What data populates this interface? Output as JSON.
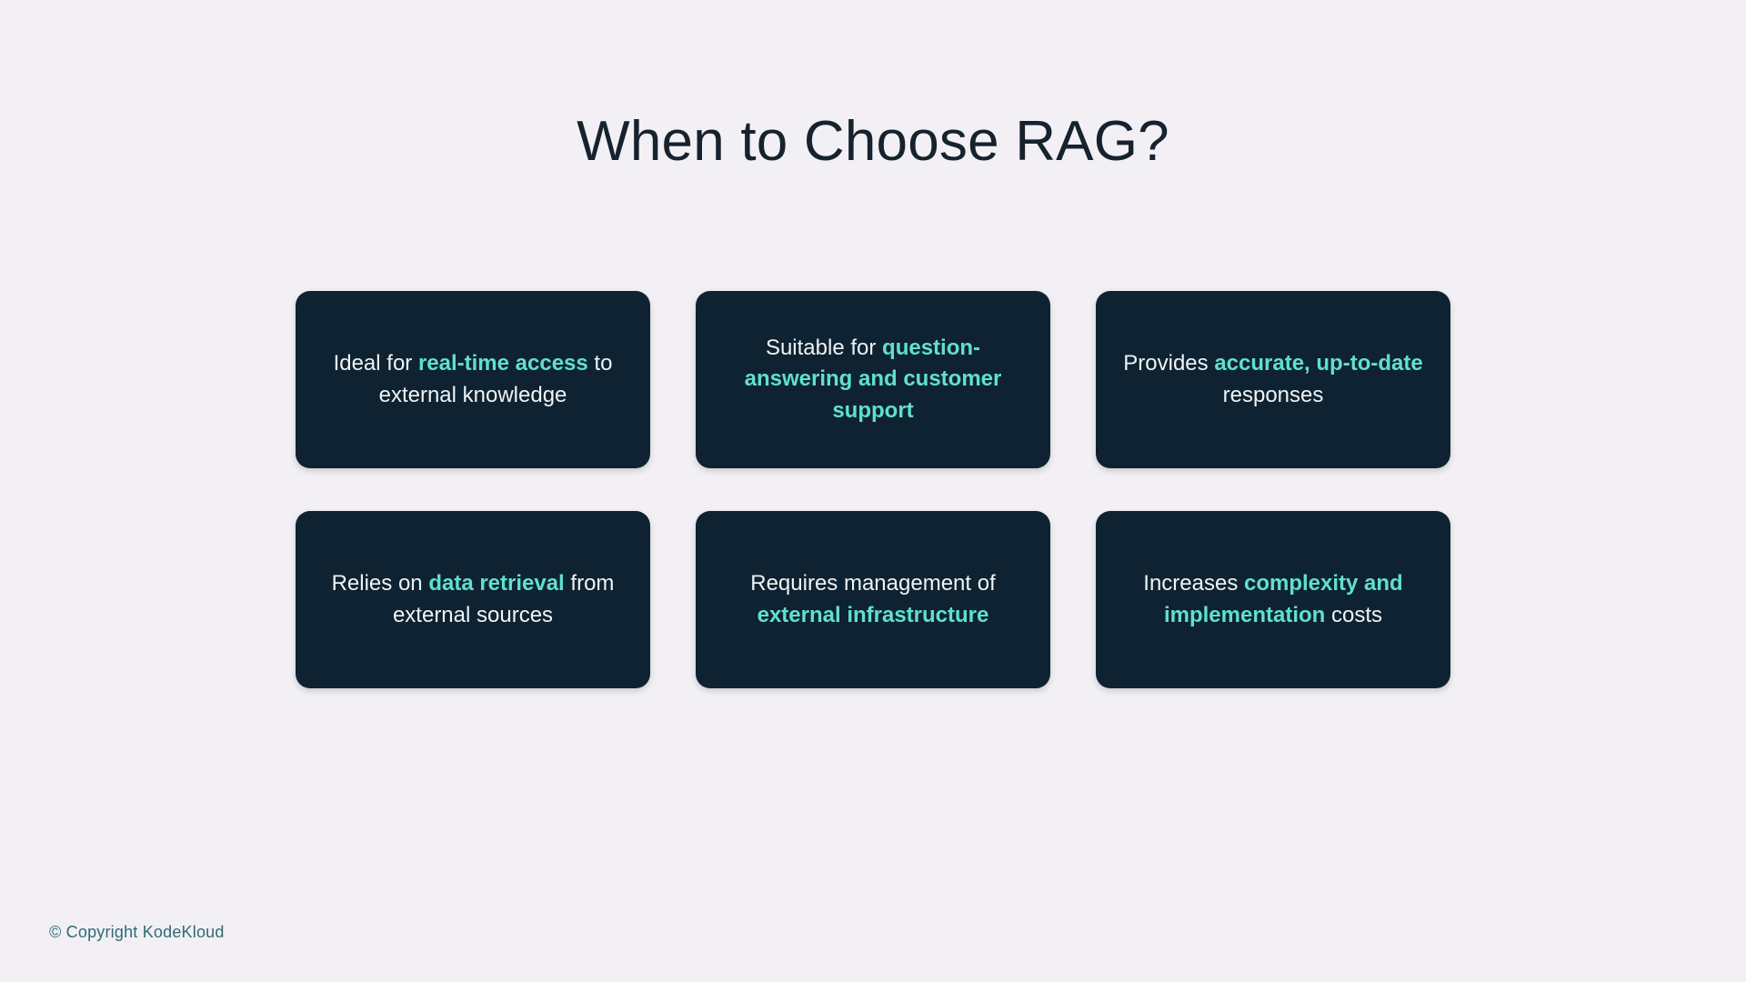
{
  "slide": {
    "title": "When to Choose RAG?",
    "background_color": "#f2f0f4",
    "card_color": "#0f2231",
    "accent_color": "#5fe0cd",
    "text_color": "#eef3f5",
    "title_color": "#16222e"
  },
  "cards": [
    {
      "id": "real-time-access",
      "segments": [
        {
          "text": "Ideal for ",
          "highlight": false
        },
        {
          "text": "real-time access",
          "highlight": true
        },
        {
          "text": " to external knowledge",
          "highlight": false
        }
      ],
      "plain": "Ideal for real-time access to external knowledge"
    },
    {
      "id": "question-answering",
      "segments": [
        {
          "text": "Suitable for ",
          "highlight": false
        },
        {
          "text": "question-answering and customer support",
          "highlight": true
        }
      ],
      "plain": "Suitable for question-answering and customer support"
    },
    {
      "id": "accurate-up-to-date",
      "segments": [
        {
          "text": "Provides ",
          "highlight": false
        },
        {
          "text": "accurate, up-to-date",
          "highlight": true
        },
        {
          "text": " responses",
          "highlight": false
        }
      ],
      "plain": "Provides accurate, up-to-date responses"
    },
    {
      "id": "data-retrieval",
      "segments": [
        {
          "text": "Relies on ",
          "highlight": false
        },
        {
          "text": "data retrieval",
          "highlight": true
        },
        {
          "text": " from external sources",
          "highlight": false
        }
      ],
      "plain": "Relies on data retrieval from external sources"
    },
    {
      "id": "external-infrastructure",
      "segments": [
        {
          "text": "Requires management of ",
          "highlight": false
        },
        {
          "text": "external infrastructure",
          "highlight": true
        }
      ],
      "plain": "Requires management of external infrastructure"
    },
    {
      "id": "complexity-cost",
      "segments": [
        {
          "text": "Increases ",
          "highlight": false
        },
        {
          "text": "complexity and implementation",
          "highlight": true
        },
        {
          "text": " costs",
          "highlight": false
        }
      ],
      "plain": "Increases complexity and implementation costs"
    }
  ],
  "footer": {
    "copyright": "© Copyright KodeKloud"
  }
}
